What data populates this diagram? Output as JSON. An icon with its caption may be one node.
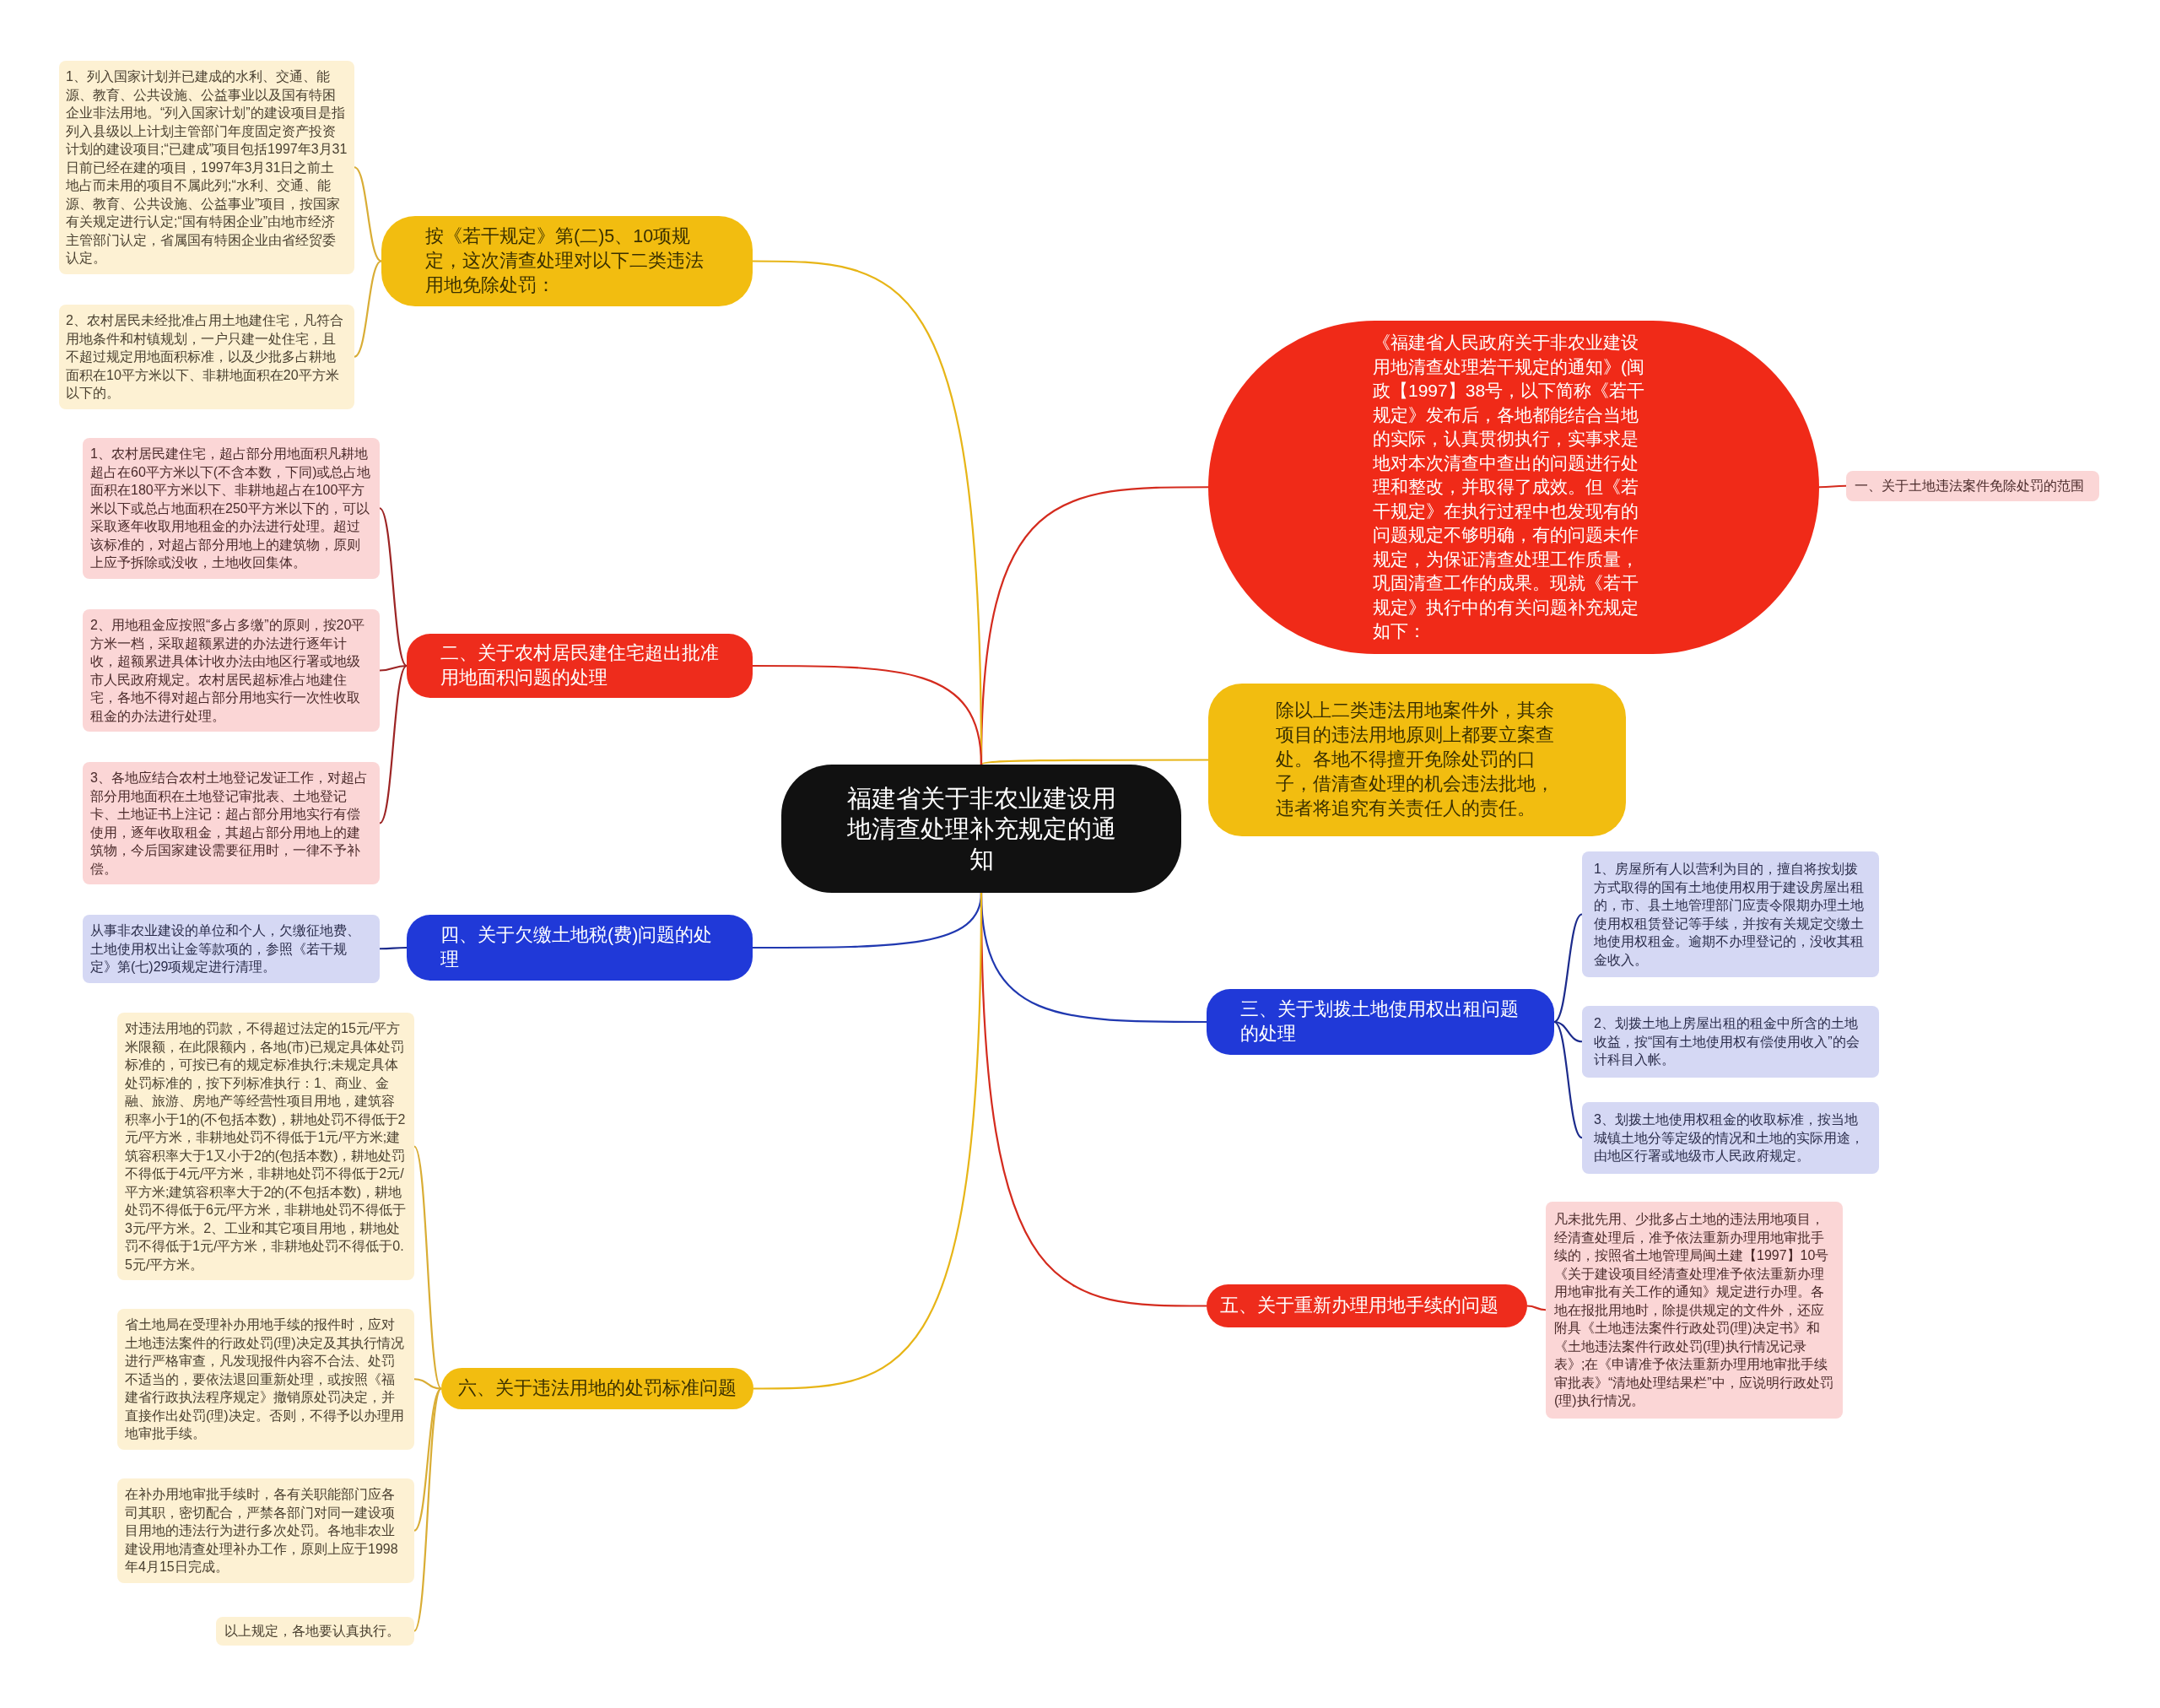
{
  "diagram": {
    "nodes": [
      {
        "text": [
          "福建省关于非农业建设用地清查处理补充规定的通知"
        ]
      },
      {
        "text": [
          "《福建省人民政府关于非农业建设用地清查处理若干规定的通知》(闽政【1997】38号，以下简称《若干规定》发布后，各地都能结合当地的实际，认真贯彻执行，实事求是地对本次清查中查出的问题进行处理和整改，并取得了成效。但《若干规定》在执行过程中也发现有的问题规定不够明确，有的问题未作规定，为保证清查处理工作质量，巩固清查工作的成果。现就《若干规定》执行中的有关问题补充规定如下："
        ]
      },
      {
        "text": [
          "一、关于土地违法案件免除处罚的范围"
        ]
      },
      {
        "text": [
          "除以上二类违法用地案件外，其余项目的违法用地原则上都要立案查处。各地不得擅开免除处罚的口子，借清查处理的机会违法批地，违者将追究有关责任人的责任。"
        ]
      },
      {
        "text": [
          "三、关于划拨土地使用权出租问题的处理"
        ]
      },
      {
        "text": [
          "1、房屋所有人以营利为目的，擅自将按划拨方式取得的国有土地使用权用于建设房屋出租的，市、县土地管理部门应责令限期办理土地使用权租赁登记等手续，并按有关规定交缴土地使用权租金。逾期不办理登记的，没收其租金收入。"
        ]
      },
      {
        "text": [
          "2、划拨土地上房屋出租的租金中所含的土地收益，按“国有土地使用权有偿使用收入”的会计科目入帐。"
        ]
      },
      {
        "text": [
          "3、划拨土地使用权租金的收取标准，按当地城镇土地分等定级的情况和土地的实际用途，由地区行署或地级市人民政府规定。"
        ]
      },
      {
        "text": [
          "五、关于重新办理用地手续的问题"
        ]
      },
      {
        "text": [
          "凡未批先用、少批多占土地的违法用地项目，经清查处理后，准予依法重新办理用地审批手续的，按照省土地管理局闽土建【1997】10号《关于建设项目经清查处理准予依法重新办理用地审批有关工作的通知》规定进行办理。各地在报批用地时，除提供规定的文件外，还应附具《土地违法案件行政处罚(理)决定书》和《土地违法案件行政处罚(理)执行情况记录表》;在《申请准予依法重新办理用地审批手续审批表》“清地处理结果栏”中，应说明行政处罚(理)执行情况。"
        ]
      },
      {
        "text": [
          "按《若干规定》第(二)5、10项规定，这次清查处理对以下二类违法用地免除处罚："
        ]
      },
      {
        "text": [
          "1、列入国家计划并已建成的水利、交通、能源、教育、公共设施、公益事业以及国有特困企业非法用地。“列入国家计划”的建设项目是指列入县级以上计划主管部门年度固定资产投资计划的建设项目;“已建成”项目包括1997年3月31日前已经在建的项目，1997年3月31日之前土地占而未用的项目不属此列;“水利、交通、能源、教育、公共设施、公益事业”项目，按国家有关规定进行认定;“国有特困企业”由地市经济主管部门认定，省属国有特困企业由省经贸委认定。"
        ]
      },
      {
        "text": [
          "2、农村居民未经批准占用土地建住宅，凡符合用地条件和村镇规划，一户只建一处住宅，且不超过规定用地面积标准，以及少批多占耕地面积在10平方米以下、非耕地面积在20平方米以下的。"
        ]
      },
      {
        "text": [
          "二、关于农村居民建住宅超出批准用地面积问题的处理"
        ]
      },
      {
        "text": [
          "1、农村居民建住宅，超占部分用地面积凡耕地超占在60平方米以下(不含本数，下同)或总占地面积在180平方米以下、非耕地超占在100平方米以下或总占地面积在250平方米以下的，可以采取逐年收取用地租金的办法进行处理。超过该标准的，对超占部分用地上的建筑物，原则上应予拆除或没收，土地收回集体。"
        ]
      },
      {
        "text": [
          "2、用地租金应按照“多占多缴”的原则，按20平方米一档，采取超额累进的办法进行逐年计收，超额累进具体计收办法由地区行署或地级市人民政府规定。农村居民超标准占地建住宅，各地不得对超占部分用地实行一次性收取租金的办法进行处理。"
        ]
      },
      {
        "text": [
          "3、各地应结合农村土地登记发证工作，对超占部分用地面积在土地登记审批表、土地登记卡、土地证书上注记：超占部分用地实行有偿使用，逐年收取租金，其超占部分用地上的建筑物，今后国家建设需要征用时，一律不予补偿。"
        ]
      },
      {
        "text": [
          "四、关于欠缴土地税(费)问题的处理"
        ]
      },
      {
        "text": [
          "从事非农业建设的单位和个人，欠缴征地费、土地使用权出让金等款项的，参照《若干规定》第(七)29项规定进行清理。"
        ]
      },
      {
        "text": [
          "六、关于违法用地的处罚标准问题"
        ]
      },
      {
        "text": [
          "对违法用地的罚款，不得超过法定的15元/平方米限额，在此限额内，各地(市)已规定具体处罚标准的，可按已有的规定标准执行;未规定具体处罚标准的，按下列标准执行：1、商业、金融、旅游、房地产等经营性项目用地，建筑容积率小于1的(不包括本数)，耕地处罚不得低于2元/平方米，非耕地处罚不得低于1元/平方米;建筑容积率大于1又小于2的(包括本数)，耕地处罚不得低于4元/平方米，非耕地处罚不得低于2元/平方米;建筑容积率大于2的(不包括本数)，耕地处罚不得低于6元/平方米，非耕地处罚不得低于3元/平方米。2、工业和其它项目用地，耕地处罚不得低于1元/平方米，非耕地处罚不得低于0.5元/平方米。"
        ]
      },
      {
        "text": [
          "省土地局在受理补办用地手续的报件时，应对土地违法案件的行政处罚(理)决定及其执行情况进行严格审查，凡发现报件内容不合法、处罚不适当的，要依法退回重新处理，或按照《福建省行政执法程序规定》撤销原处罚决定，并直接作出处罚(理)决定。否则，不得予以办理用地审批手续。"
        ]
      },
      {
        "text": [
          "在补办用地审批手续时，各有关职能部门应各司其职，密切配合，严禁各部门对同一建设项目用地的违法行为进行多次处罚。各地非农业建设用地清查处理补办工作，原则上应于1998年4月15日完成。"
        ]
      },
      {
        "text": [
          "以上规定，各地要认真执行。"
        ]
      }
    ],
    "edges": [
      {
        "from": 0,
        "to": 1,
        "arrow": "none",
        "color": "#d42b1e"
      },
      {
        "from": 1,
        "to": 2,
        "arrow": "none",
        "color": "#d42b1e"
      },
      {
        "from": 0,
        "to": 3,
        "arrow": "none",
        "color": "#e7b517"
      },
      {
        "from": 0,
        "to": 4,
        "arrow": "none",
        "color": "#2038b0"
      },
      {
        "from": 4,
        "to": 5,
        "arrow": "none",
        "color": "#1c2b8c"
      },
      {
        "from": 4,
        "to": 6,
        "arrow": "none",
        "color": "#1c2b8c"
      },
      {
        "from": 4,
        "to": 7,
        "arrow": "none",
        "color": "#1c2b8c"
      },
      {
        "from": 0,
        "to": 8,
        "arrow": "none",
        "color": "#d42b1e"
      },
      {
        "from": 8,
        "to": 9,
        "arrow": "none",
        "color": "#d42b1e"
      },
      {
        "from": 0,
        "to": 10,
        "arrow": "none",
        "color": "#e7b517"
      },
      {
        "from": 10,
        "to": 11,
        "arrow": "none",
        "color": "#d9ad35"
      },
      {
        "from": 10,
        "to": 12,
        "arrow": "none",
        "color": "#d9ad35"
      },
      {
        "from": 0,
        "to": 13,
        "arrow": "none",
        "color": "#d42b1e"
      },
      {
        "from": 13,
        "to": 14,
        "arrow": "none",
        "color": "#9c2424"
      },
      {
        "from": 13,
        "to": 15,
        "arrow": "none",
        "color": "#9c2424"
      },
      {
        "from": 13,
        "to": 16,
        "arrow": "none",
        "color": "#9c2424"
      },
      {
        "from": 0,
        "to": 17,
        "arrow": "none",
        "color": "#2038b0"
      },
      {
        "from": 17,
        "to": 18,
        "arrow": "none",
        "color": "#1c2b8c"
      },
      {
        "from": 0,
        "to": 19,
        "arrow": "none",
        "color": "#e7b517"
      },
      {
        "from": 19,
        "to": 20,
        "arrow": "none",
        "color": "#d9ad35"
      },
      {
        "from": 19,
        "to": 21,
        "arrow": "none",
        "color": "#d9ad35"
      },
      {
        "from": 19,
        "to": 22,
        "arrow": "none",
        "color": "#d9ad35"
      },
      {
        "from": 19,
        "to": 23,
        "arrow": "none",
        "color": "#d9ad35"
      }
    ]
  }
}
